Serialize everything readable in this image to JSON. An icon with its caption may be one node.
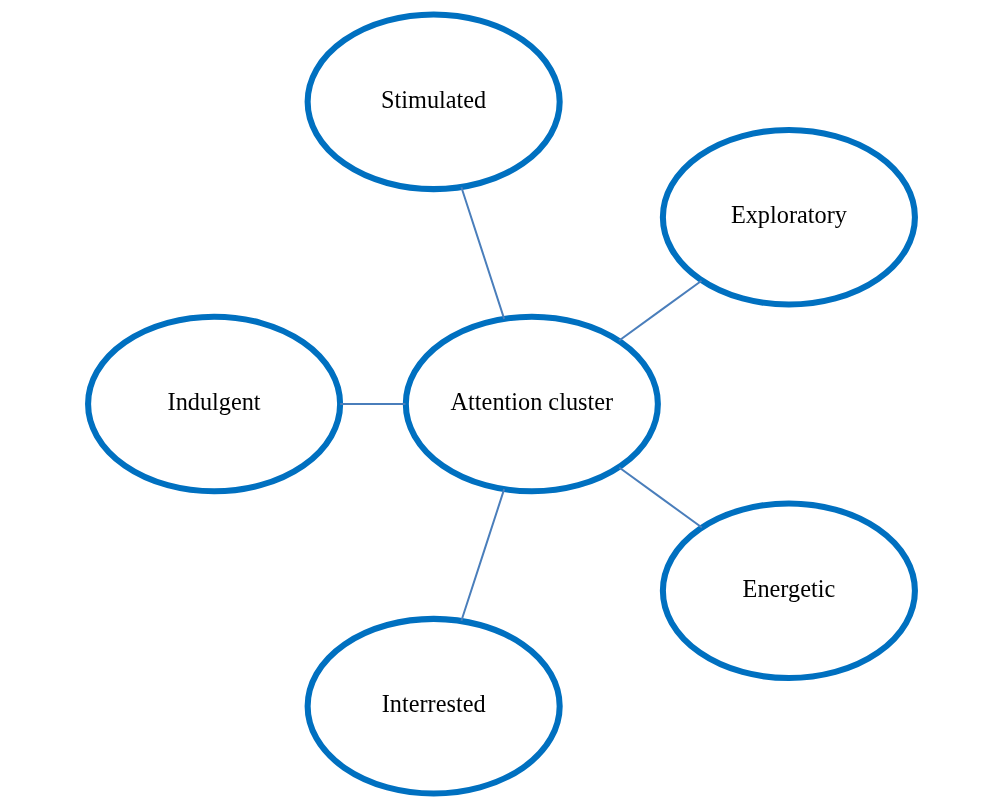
{
  "diagram": {
    "nodes": [
      {
        "text": [
          "Stimulated"
        ]
      },
      {
        "text": [
          "Indulgent"
        ]
      },
      {
        "text": [
          "Interrested"
        ]
      },
      {
        "text": [
          "Attention cluster"
        ]
      },
      {
        "text": [
          "Energetic"
        ]
      },
      {
        "text": [
          "Exploratory"
        ]
      }
    ],
    "edges": [
      {
        "from": 1,
        "to": 3,
        "arrow": "none"
      },
      {
        "from": 0,
        "to": 3,
        "arrow": "none"
      },
      {
        "from": 2,
        "to": 3,
        "arrow": "none"
      },
      {
        "from": 4,
        "to": 3,
        "arrow": "none"
      },
      {
        "from": 3,
        "to": 5,
        "arrow": "none"
      }
    ]
  }
}
